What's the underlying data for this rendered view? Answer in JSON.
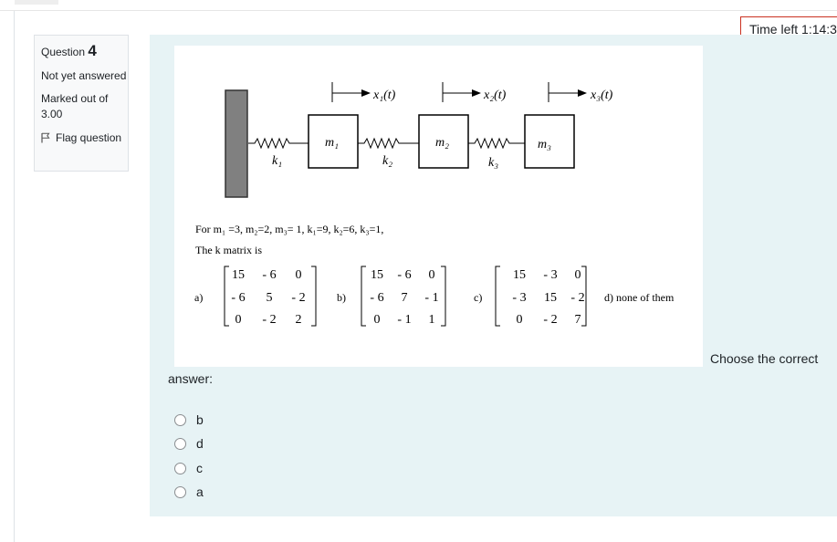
{
  "timer": {
    "label": "Time left 1:14:3"
  },
  "info": {
    "question_prefix": "Question",
    "question_number": "4",
    "state": "Not yet answered",
    "grade": "Marked out of 3.00",
    "flag_label": "Flag question"
  },
  "figure": {
    "x1_label": "x₁(t)",
    "x2_label": "x₂(t)",
    "x3_label": "x₃(t)",
    "m1_label": "m₁",
    "m2_label": "m₂",
    "m3_label": "m₃",
    "k1_label": "k₁",
    "k2_label": "k₂",
    "k3_label": "k₃"
  },
  "question": {
    "given": "For m₁ =3, m₂=2, m₃= 1, k₁=9, k₂=6, k₃=1,",
    "prompt": "The k matrix is",
    "choose": "Choose the correct",
    "answer_label": "answer:",
    "option_none": "d) none of them"
  },
  "matrices": [
    {
      "label": "a)",
      "rows": [
        [
          "15",
          "- 6",
          "0"
        ],
        [
          "- 6",
          "5",
          "- 2"
        ],
        [
          "0",
          "- 2",
          "2"
        ]
      ]
    },
    {
      "label": "b)",
      "rows": [
        [
          "15",
          "- 6",
          "0"
        ],
        [
          "- 6",
          "7",
          "- 1"
        ],
        [
          "0",
          "- 1",
          "1"
        ]
      ]
    },
    {
      "label": "c)",
      "rows": [
        [
          "15",
          "- 3",
          "0"
        ],
        [
          "- 3",
          "15",
          "- 2"
        ],
        [
          "0",
          "- 2",
          "7"
        ]
      ]
    }
  ],
  "options": [
    {
      "label": "b"
    },
    {
      "label": "d"
    },
    {
      "label": "c"
    },
    {
      "label": "a"
    }
  ],
  "colors": {
    "accent_border": "#ca3120",
    "content_bg": "#e7f3f5",
    "wall": "#808080"
  }
}
